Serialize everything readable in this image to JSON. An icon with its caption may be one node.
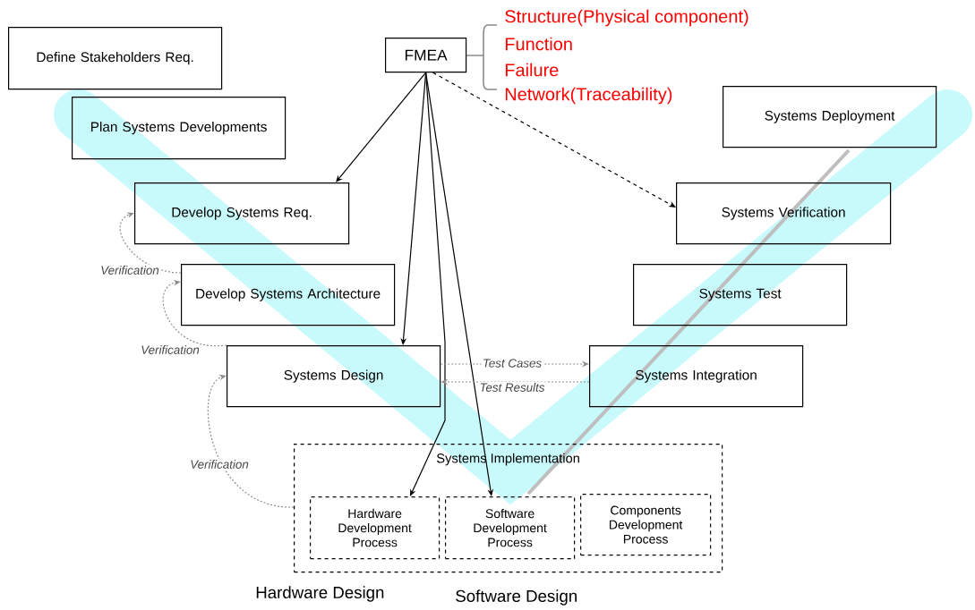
{
  "diagram": {
    "nodes": [
      {
        "text": [
          "FMEA"
        ]
      },
      {
        "text": [
          "Define Stakeholders Req."
        ]
      },
      {
        "text": [
          "Plan Systems Developments"
        ]
      },
      {
        "text": [
          "Develop Systems Req."
        ]
      },
      {
        "text": [
          "Develop Systems Architecture"
        ]
      },
      {
        "text": [
          "Systems Design"
        ]
      },
      {
        "text": [
          "Systems Implementation"
        ]
      },
      {
        "text": [
          "Hardware Development Process"
        ],
        "in": 6
      },
      {
        "text": [
          "Software Development Process"
        ],
        "in": 6
      },
      {
        "text": [
          "Components Development Process"
        ],
        "in": 6
      },
      {
        "text": [
          "Systems Deployment"
        ]
      },
      {
        "text": [
          "Systems Verification"
        ]
      },
      {
        "text": [
          "Systems Test"
        ]
      },
      {
        "text": [
          "Systems Integration"
        ]
      }
    ],
    "edges": [
      {
        "from": 0,
        "to": 3,
        "arrow": "to"
      },
      {
        "from": 0,
        "to": 5,
        "arrow": "to"
      },
      {
        "from": 0,
        "to": 7,
        "arrow": "to"
      },
      {
        "from": 0,
        "to": 8,
        "arrow": "to"
      },
      {
        "from": 0,
        "to": 11,
        "arrow": "to",
        "style": "dashed"
      },
      {
        "from": 4,
        "to": 3,
        "arrow": "to",
        "label": "Verification",
        "style": "dashed",
        "color": "#8c8c8c"
      },
      {
        "from": 5,
        "to": 4,
        "arrow": "to",
        "label": "Verification",
        "style": "dashed",
        "color": "#8c8c8c"
      },
      {
        "from": 6,
        "to": 5,
        "arrow": "to",
        "label": "Verification",
        "style": "dashed",
        "color": "#8c8c8c"
      },
      {
        "from": 5,
        "to": 13,
        "arrow": "to",
        "label": "Test Cases",
        "style": "dashed",
        "color": "#8c8c8c"
      },
      {
        "from": 13,
        "to": 5,
        "arrow": "to",
        "label": "Test Results",
        "style": "dashed",
        "color": "#8c8c8c"
      }
    ],
    "labels": [
      "Structure(Physical component)",
      "Function",
      "Failure",
      "Network(Traceability)",
      "Hardware Design",
      "Software Design"
    ]
  }
}
